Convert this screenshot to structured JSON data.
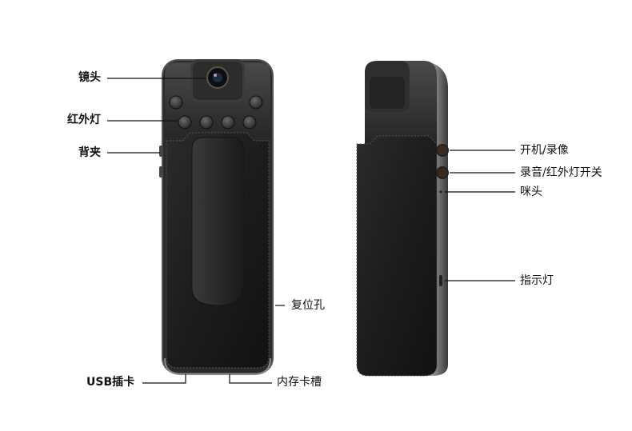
{
  "labels": {
    "lens": "镜头",
    "ir_light": "红外灯",
    "back_clip": "背夹",
    "reset_hole": "复位孔",
    "usb_card": "USB插卡",
    "memory_slot": "内存卡槽",
    "power_record": "开机/录像",
    "audio_ir_switch": "录音/红外灯开关",
    "microphone": "咪头",
    "indicator": "指示灯"
  }
}
